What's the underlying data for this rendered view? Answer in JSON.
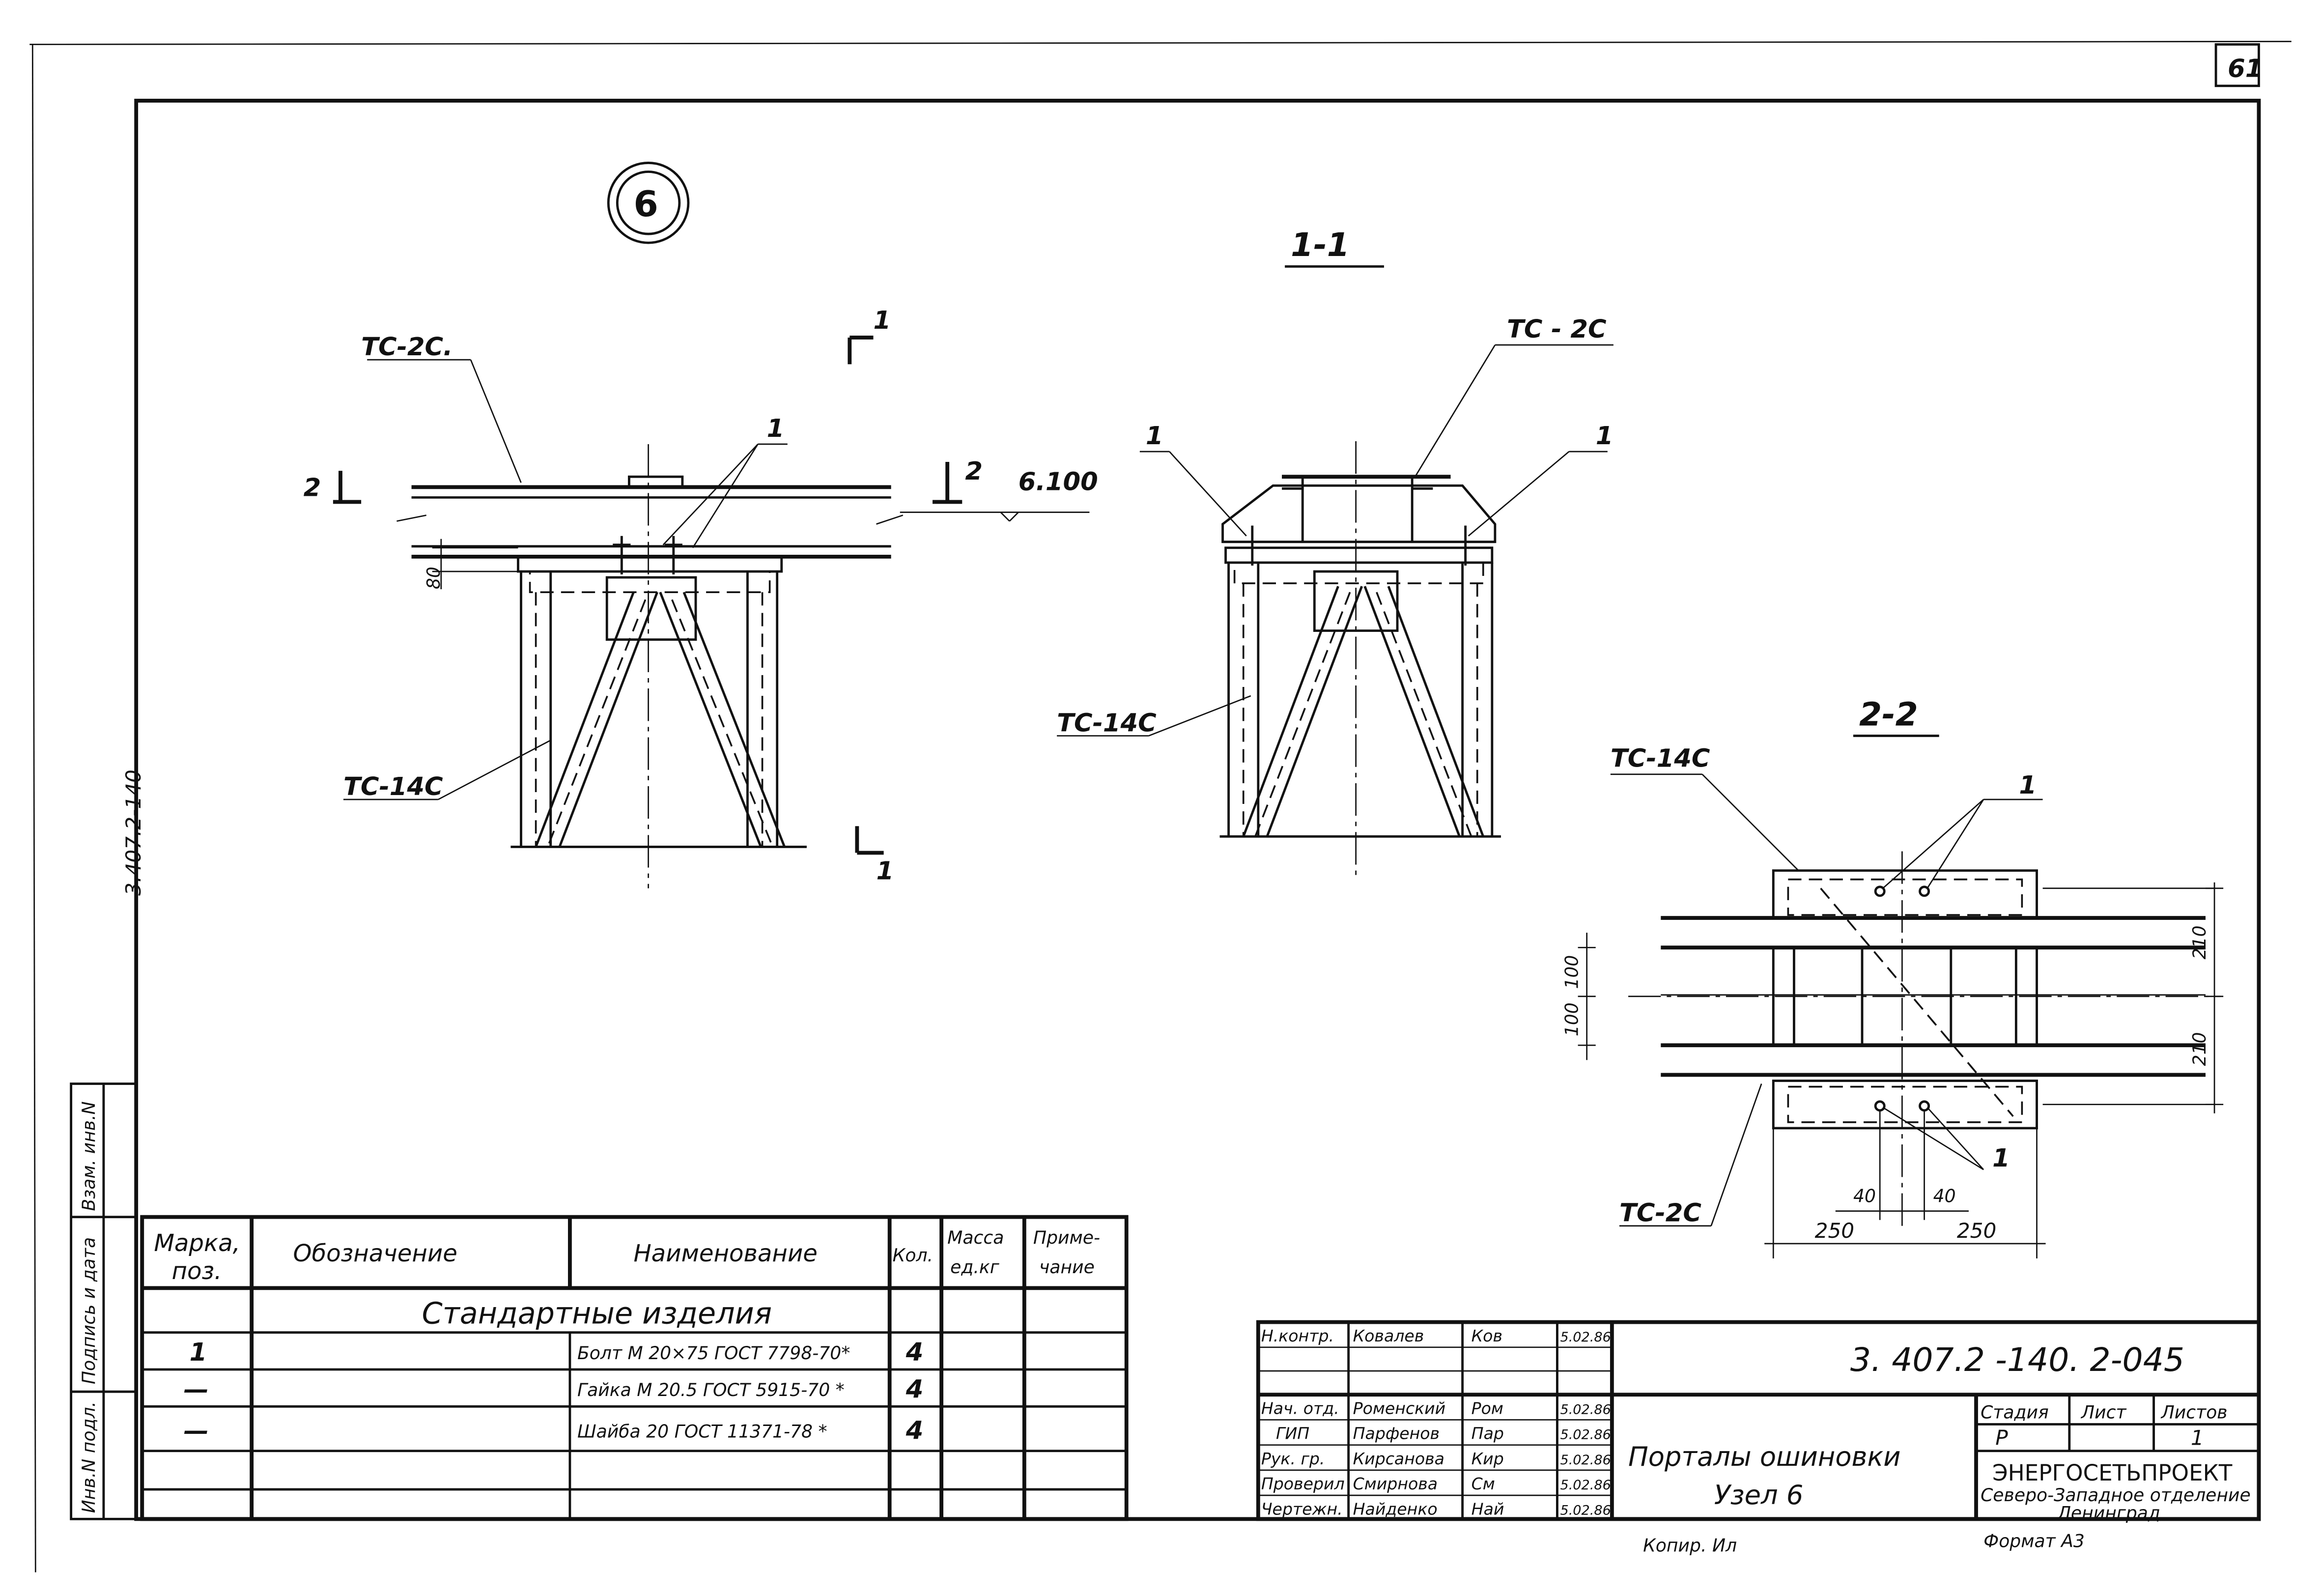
{
  "sheet_number": "61",
  "side_stamp": "3.407.2-140",
  "node_number": "6",
  "views": {
    "main": {
      "beam_label": "ТС-2С.",
      "leader_pos": "1",
      "section_1_top": "1",
      "section_1_bottom": "1",
      "section_2_left": "2",
      "section_2_right": "2",
      "elevation": "6.100",
      "dim_80": "80",
      "column_label": "ТС-14С"
    },
    "section_1_1": {
      "title": "1-1",
      "beam_label": "ТС - 2С",
      "pos_left": "1",
      "pos_right": "1",
      "column_label": "ТС-14С"
    },
    "section_2_2": {
      "title": "2-2",
      "column_label": "ТС-14С",
      "pos_top": "1",
      "pos_bottom": "1",
      "beam_label": "ТС-2С",
      "dim_100_top": "100",
      "dim_100_bottom": "100",
      "dim_210_top": "210",
      "dim_210_bottom": "210",
      "dim_40_left": "40",
      "dim_40_right": "40",
      "dim_250_left": "250",
      "dim_250_right": "250"
    }
  },
  "spec_table": {
    "headers": {
      "mark_line1": "Марка,",
      "mark_line2": "поз.",
      "designation": "Обозначение",
      "name": "Наименование",
      "qty": "Кол.",
      "mass_line1": "Масса",
      "mass_line2": "ед.кг",
      "note_line1": "Приме-",
      "note_line2": "чание"
    },
    "section_title": "Стандартные   изделия",
    "rows": [
      {
        "mark": "1",
        "name": "Болт М 20×75 ГОСТ 7798-70*",
        "qty": "4"
      },
      {
        "mark": "—",
        "name": "Гайка М 20.5 ГОСТ 5915-70 *",
        "qty": "4"
      },
      {
        "mark": "—",
        "name": "Шайба 20 ГОСТ 11371-78 *",
        "qty": "4"
      }
    ]
  },
  "left_strip": {
    "inv_orig": "Инв.N подл.",
    "sign_date": "Подпись и дата",
    "inv_replace": "Взам. инв.N"
  },
  "title_block": {
    "doc_code": "3. 407.2 -140.  2-045",
    "people": [
      {
        "role": "Н.контр.",
        "name": "Ковалев",
        "sign": "Ков",
        "date": "5.02.86"
      },
      {
        "role": "Нач. отд.",
        "name": "Роменский",
        "sign": "Ром",
        "date": "5.02.86"
      },
      {
        "role": "ГИП",
        "name": "Парфенов",
        "sign": "Пар",
        "date": "5.02.86"
      },
      {
        "role": "Рук. гр.",
        "name": "Кирсанова",
        "sign": "Кир",
        "date": "5.02.86"
      },
      {
        "role": "Проверил",
        "name": "Смирнова",
        "sign": "См",
        "date": "5.02.86"
      },
      {
        "role": "Чертежн.",
        "name": "Найденко",
        "sign": "Най",
        "date": "5.02.86"
      }
    ],
    "object_line1": "Порталы  ошиновки",
    "object_line2": "Узел  6",
    "stage_header": "Стадия",
    "sheet_header": "Лист",
    "sheets_header": "Листов",
    "stage_value": "Р",
    "sheet_value": "",
    "sheets_value": "1",
    "org_line1": "ЭНЕРГОСЕТЬПРОЕКТ",
    "org_line2": "Северо-Западное отделение",
    "org_line3": "Ленинград",
    "copied": "Копир. Ил",
    "format": "Формат А3"
  }
}
